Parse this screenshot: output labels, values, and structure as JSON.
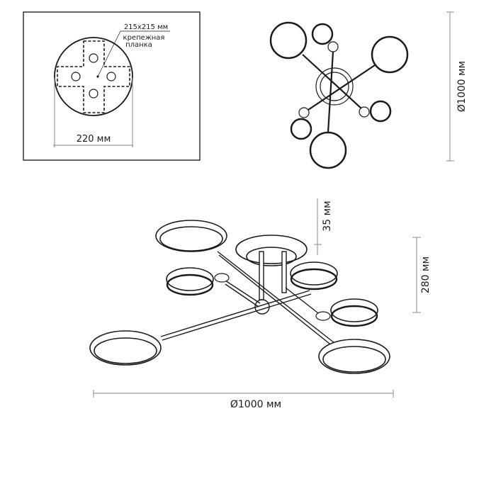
{
  "mounting_view": {
    "plate_size": "215x215 мм",
    "plate_label_line1": "крепежная",
    "plate_label_line2": "планка",
    "canopy_diameter": "220 мм"
  },
  "top_view": {
    "diameter": "Ø1000 мм"
  },
  "side_view": {
    "canopy_height": "35 мм",
    "total_height": "280 мм",
    "diameter": "Ø1000 мм"
  },
  "colors": {
    "line": "#1a1a1a",
    "dimension": "#8a8a8a"
  }
}
